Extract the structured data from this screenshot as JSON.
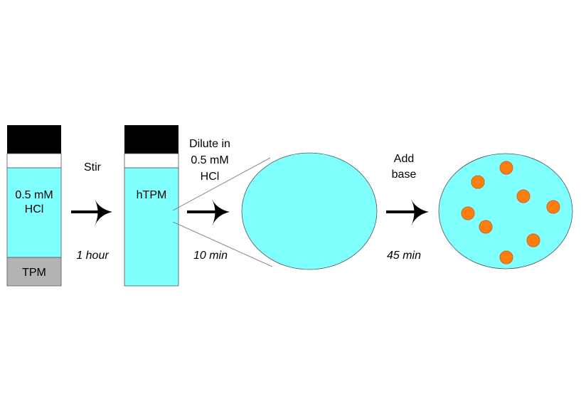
{
  "colors": {
    "liquid": "#80FFFF",
    "cap": "#000000",
    "sediment": "#B3B3B3",
    "particle": "#FF7F0E",
    "particle_edge": "#D2601A",
    "outline": "#555555"
  },
  "vial1": {
    "solution_lines": [
      "0.5 mM",
      "HCl"
    ],
    "bottom_label": "TPM"
  },
  "step1": {
    "top": "Stir",
    "bottom": "1 hour"
  },
  "vial2": {
    "label": "hTPM"
  },
  "step2": {
    "top_lines": [
      "Dilute in",
      "0.5 mM",
      "HCl"
    ],
    "bottom": "10 min"
  },
  "step3": {
    "top_lines": [
      "Add",
      "base"
    ],
    "bottom": "45 min"
  },
  "particles": {
    "count": 8
  }
}
